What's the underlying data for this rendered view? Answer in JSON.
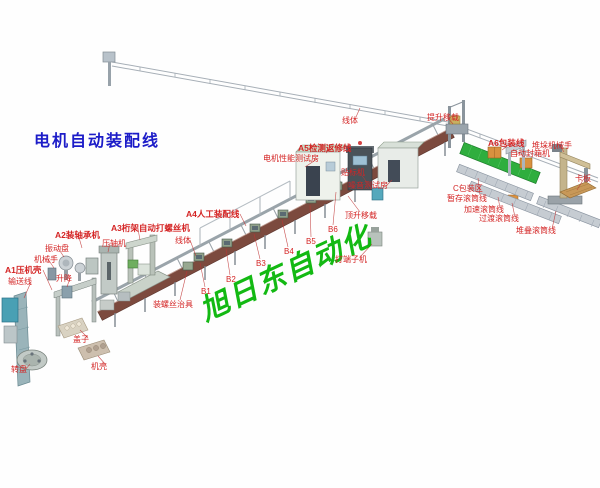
{
  "title": {
    "text": "电机自动装配线"
  },
  "watermark": {
    "text": "旭日东自动化"
  },
  "labels": [
    {
      "id": "a2-bearing-machine",
      "text": "A2装轴承机"
    },
    {
      "id": "shaft-press",
      "text": "压轴机"
    },
    {
      "id": "a3-auto-screw-machine",
      "text": "A3桁架自动打螺丝机"
    },
    {
      "id": "vibration-bowl",
      "text": "振动盘"
    },
    {
      "id": "robot-arm",
      "text": "机械手"
    },
    {
      "id": "a1-case-press",
      "text": "A1压机壳"
    },
    {
      "id": "infeed-conveyor",
      "text": "输送线"
    },
    {
      "id": "lifter",
      "text": "升降"
    },
    {
      "id": "a4-manual-assembly-line",
      "text": "A4人工装配线"
    },
    {
      "id": "line-body-1",
      "text": "线体"
    },
    {
      "id": "a5-test-repair-line",
      "text": "A5检测返修线"
    },
    {
      "id": "motor-performance-test-room",
      "text": "电机性能测试房"
    },
    {
      "id": "line-body-2",
      "text": "线体"
    },
    {
      "id": "lift-transfer-top",
      "text": "提升移载"
    },
    {
      "id": "a6-packing-line",
      "text": "A6包装线"
    },
    {
      "id": "auto-carton-sealer",
      "text": "自动封箱机"
    },
    {
      "id": "palletizer-robot",
      "text": "堆垛机械手"
    },
    {
      "id": "pallet-board",
      "text": "卡板"
    },
    {
      "id": "labeling-machine",
      "text": "贴标机"
    },
    {
      "id": "noise-test-room",
      "text": "噪音测试房"
    },
    {
      "id": "c-packing-zone",
      "text": "C包装区"
    },
    {
      "id": "buffer-roller-line",
      "text": "暂存滚筒线"
    },
    {
      "id": "speedup-roller-line",
      "text": "加速滚筒线"
    },
    {
      "id": "transition-roller-line",
      "text": "过渡滚筒线"
    },
    {
      "id": "stacking-roller-line",
      "text": "堆叠滚筒线"
    },
    {
      "id": "jackup-transfer",
      "text": "顶升移载"
    },
    {
      "id": "b6",
      "text": "B6"
    },
    {
      "id": "b5",
      "text": "B5"
    },
    {
      "id": "b4",
      "text": "B4"
    },
    {
      "id": "b3",
      "text": "B3"
    },
    {
      "id": "terminal-crimping-machine",
      "text": "打端子机"
    },
    {
      "id": "b2",
      "text": "B2"
    },
    {
      "id": "b1",
      "text": "B1"
    },
    {
      "id": "screw-fixture",
      "text": "装螺丝治具"
    },
    {
      "id": "cover",
      "text": "盖子"
    },
    {
      "id": "casing",
      "text": "机壳"
    },
    {
      "id": "turntable",
      "text": "转盘"
    }
  ],
  "colors": {
    "label_red": "#d42424",
    "title_blue": "#1c1cc8",
    "watermark_green": "#00b400",
    "belt_brown": "#7c4a3e",
    "packing_belt_green": "#2fae3e",
    "carton_orange": "#d8913f"
  }
}
